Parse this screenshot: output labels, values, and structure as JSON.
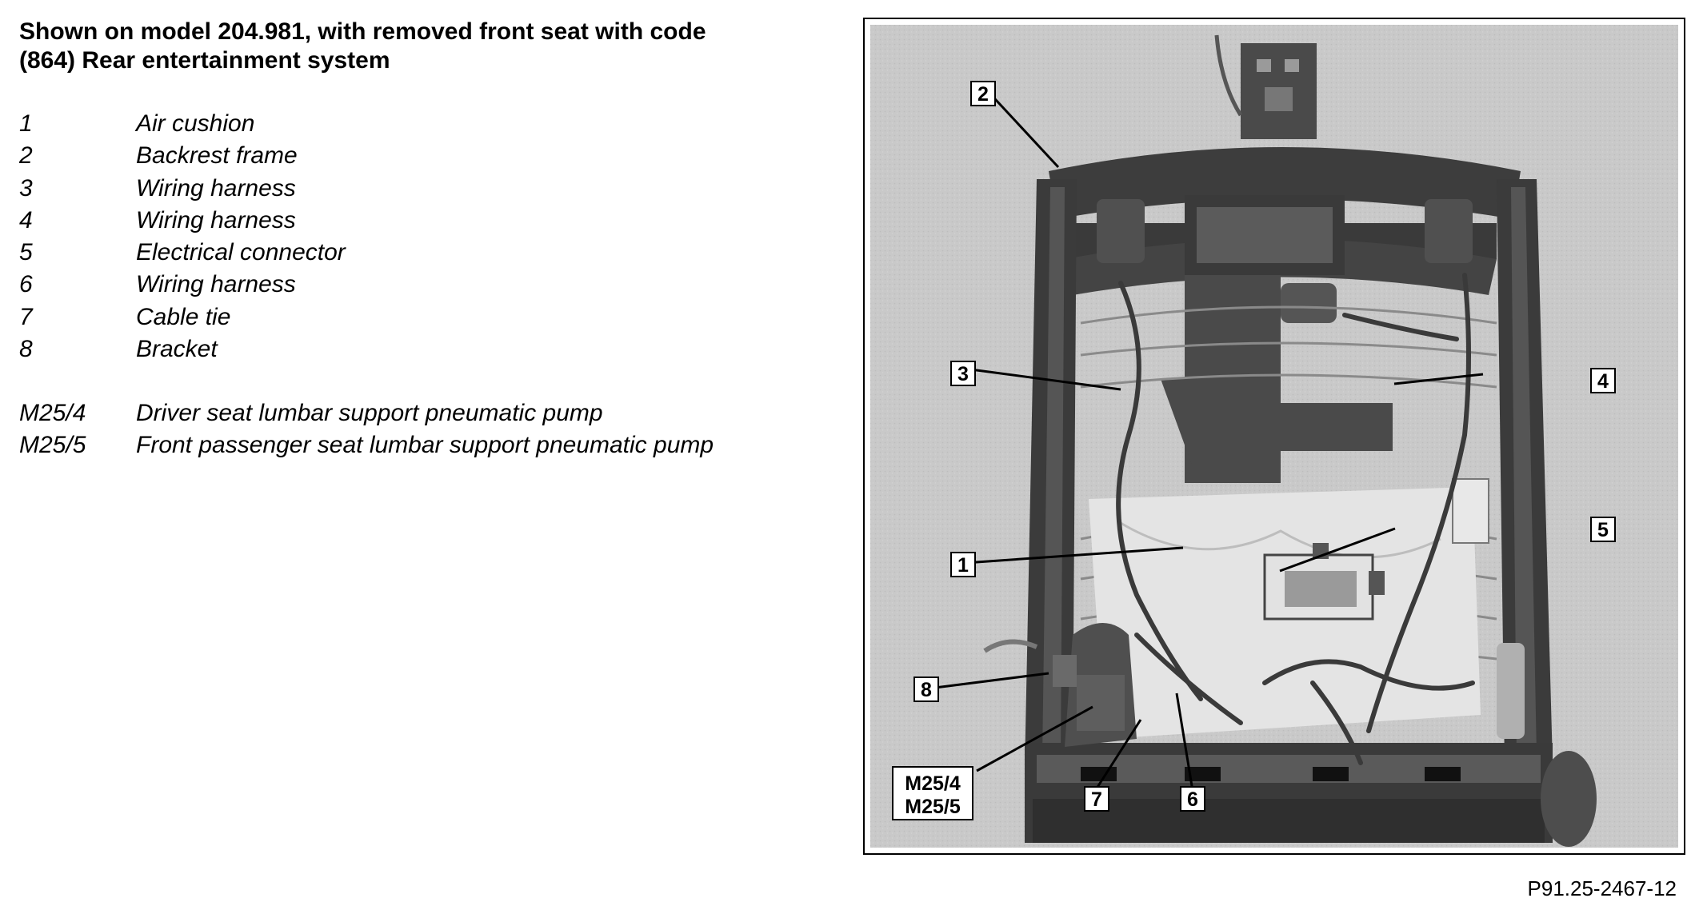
{
  "title": {
    "line1": "Shown on model 204.981, with removed front seat with code",
    "line2": "(864) Rear entertainment system"
  },
  "legend": [
    {
      "key": "1",
      "desc": "Air cushion"
    },
    {
      "key": "2",
      "desc": "Backrest frame"
    },
    {
      "key": "3",
      "desc": "Wiring harness"
    },
    {
      "key": "4",
      "desc": "Wiring harness"
    },
    {
      "key": "5",
      "desc": "Electrical connector"
    },
    {
      "key": "6",
      "desc": "Wiring harness"
    },
    {
      "key": "7",
      "desc": "Cable tie"
    },
    {
      "key": "8",
      "desc": "Bracket"
    }
  ],
  "legend_components": [
    {
      "key": "M25/4",
      "desc": "Driver seat lumbar support pneumatic pump"
    },
    {
      "key": "M25/5",
      "desc": "Front passenger seat lumbar support pneumatic pump"
    }
  ],
  "callouts": {
    "c1": "1",
    "c2": "2",
    "c3": "3",
    "c4": "4",
    "c5": "5",
    "c6": "6",
    "c7": "7",
    "c8": "8",
    "m1": "M25/4",
    "m2": "M25/5"
  },
  "figure_ref": "P91.25-2467-12"
}
